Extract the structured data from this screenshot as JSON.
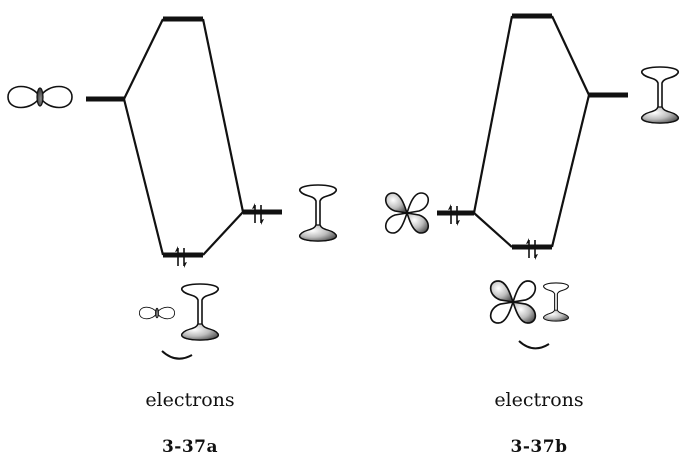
{
  "diagrams": [
    {
      "id": "a",
      "electrons_label": "electrons",
      "compound_label": "3-37a"
    },
    {
      "id": "b",
      "electrons_label": "electrons",
      "compound_label": "3-37b"
    }
  ],
  "colors": {
    "ink": "#111111",
    "shade_dark": "#5a5a5a",
    "shade_light": "#ffffff"
  }
}
